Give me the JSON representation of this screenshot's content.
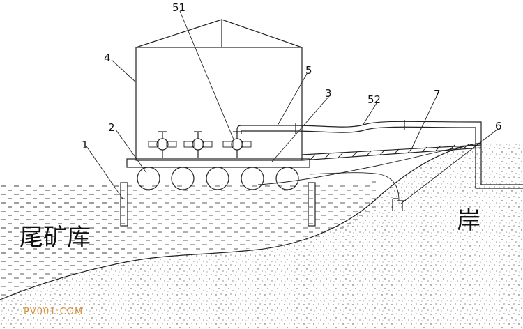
{
  "diagram": {
    "labels": {
      "l1": "1",
      "l2": "2",
      "l3": "3",
      "l4": "4",
      "l5": "5",
      "l51": "51",
      "l52": "52",
      "l6": "6",
      "l7": "7"
    },
    "tailings_pond": "尾矿库",
    "shore": "岸",
    "watermark": "PV001.COM"
  }
}
